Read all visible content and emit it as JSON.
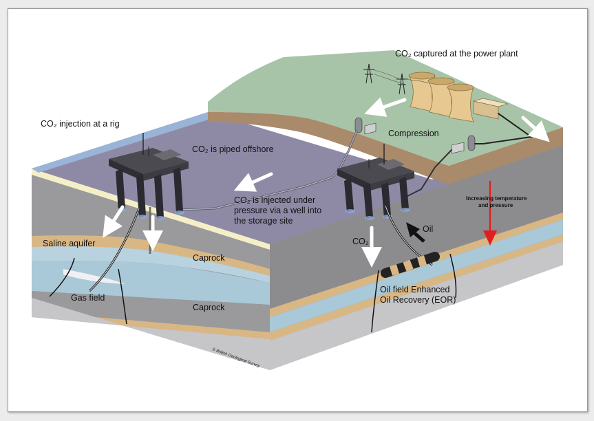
{
  "labels": {
    "co2_captured": "CO₂ captured at the power plant",
    "co2_injection_rig": "CO₂ injection at a rig",
    "compression": "Compression",
    "co2_piped_offshore": "CO₂ is piped offshore",
    "co2_injected_line1": "CO₂ is injected under",
    "co2_injected_line2": "pressure via a well into",
    "co2_injected_line3": "the storage site",
    "increasing_line1": "Increasing temperature",
    "increasing_line2": "and pressure",
    "oil": "Oil",
    "co2": "CO₂",
    "saline_aquifer": "Saline aquifer",
    "caprock_upper": "Caprock",
    "caprock_lower": "Caprock",
    "gas_field": "Gas field",
    "oil_field_line1": "Oil field Enhanced",
    "oil_field_line2": "Oil Recovery (EOR)",
    "credit": "© British Geological Survey"
  },
  "colors": {
    "sea": "#8e8aa6",
    "land": "#a8c4a8",
    "cliff": "#a98a6b",
    "front_grey": "#9a9a9c",
    "saline_tan": "#d9b784",
    "aquifer_blue": "#a9c8d8",
    "arrow_red": "#e02020"
  }
}
